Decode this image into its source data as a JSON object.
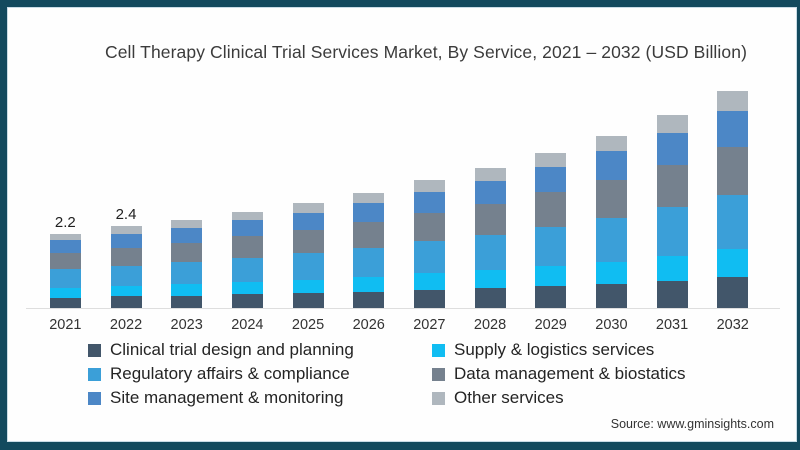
{
  "title": "Cell Therapy Clinical Trial Services Market, By Service, 2021 – 2032 (USD Billion)",
  "source": "Source: www.gminsights.com",
  "colors": {
    "frame_border": "#134a5e",
    "background": "#fefefe",
    "axis_line": "#dedede",
    "text": "#3b3b3b"
  },
  "chart_data": {
    "type": "bar",
    "stacked": true,
    "unit": "USD Billion",
    "title": "Cell Therapy Clinical Trial Services Market, By Service, 2021 – 2032 (USD Billion)",
    "xlabel": "",
    "ylabel": "",
    "ylim": [
      0,
      7
    ],
    "grid": false,
    "legend_position": "bottom",
    "categories": [
      "2021",
      "2022",
      "2023",
      "2024",
      "2025",
      "2026",
      "2027",
      "2028",
      "2029",
      "2030",
      "2031",
      "2032"
    ],
    "series": [
      {
        "name": "Clinical trial design and planning",
        "color": "#42566a",
        "values": [
          0.31,
          0.34,
          0.36,
          0.4,
          0.43,
          0.48,
          0.53,
          0.58,
          0.64,
          0.71,
          0.8,
          0.9
        ]
      },
      {
        "name": "Supply & logistics services",
        "color": "#10bdf2",
        "values": [
          0.29,
          0.31,
          0.34,
          0.37,
          0.4,
          0.44,
          0.49,
          0.54,
          0.6,
          0.66,
          0.74,
          0.83
        ]
      },
      {
        "name": "Regulatory affairs & compliance",
        "color": "#3b9fd8",
        "values": [
          0.55,
          0.6,
          0.65,
          0.71,
          0.78,
          0.85,
          0.94,
          1.04,
          1.15,
          1.28,
          1.43,
          1.6
        ]
      },
      {
        "name": "Data management & biostatics",
        "color": "#75818e",
        "values": [
          0.48,
          0.53,
          0.57,
          0.63,
          0.68,
          0.75,
          0.83,
          0.91,
          1.01,
          1.12,
          1.25,
          1.41
        ]
      },
      {
        "name": "Site management & monitoring",
        "color": "#4c87c6",
        "values": [
          0.36,
          0.4,
          0.43,
          0.47,
          0.51,
          0.56,
          0.62,
          0.68,
          0.76,
          0.84,
          0.94,
          1.06
        ]
      },
      {
        "name": "Other services",
        "color": "#afb7be",
        "values": [
          0.2,
          0.22,
          0.23,
          0.26,
          0.28,
          0.31,
          0.34,
          0.37,
          0.41,
          0.46,
          0.51,
          0.58
        ]
      }
    ],
    "totals_estimated": [
      2.2,
      2.4,
      2.6,
      2.85,
      3.1,
      3.4,
      3.75,
      4.15,
      4.6,
      5.1,
      5.7,
      6.4
    ],
    "value_labels": [
      "2.2",
      "2.4",
      "",
      "",
      "",
      "",
      "",
      "",
      "",
      "",
      "",
      ""
    ],
    "legend_columns": [
      [
        0,
        2,
        4
      ],
      [
        1,
        3,
        5
      ]
    ]
  }
}
